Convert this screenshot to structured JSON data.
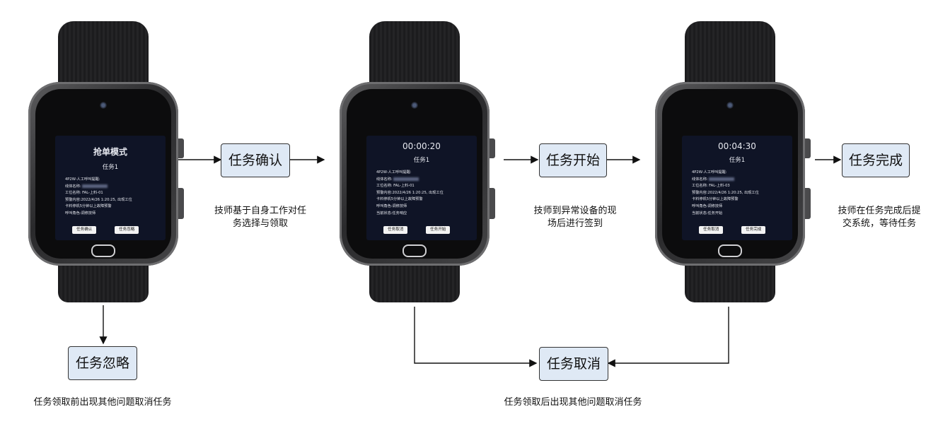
{
  "watch1": {
    "title": "抢单模式",
    "subtitle": "任务1",
    "lines": [
      "4P2W-人工呼叫提醒:",
      "线体名称:",
      "工位名称: FAL-上料-01",
      "预警内容:2022/4/26 1:20:25, 出现工位",
      "卡料停机5分钟以上故障预警",
      "呼叫角色:调修技师"
    ],
    "buttons": [
      "任务确认",
      "任务忽略"
    ]
  },
  "watch2": {
    "title": "00:00:20",
    "subtitle": "任务1",
    "lines": [
      "4P2W-人工呼叫提醒:",
      "线体名称:",
      "工位名称: FAL-上料-01",
      "预警内容:2022/4/26 1:20:25, 出现工位",
      "卡料停机5分钟以上故障预警",
      "呼叫角色:调修技师",
      "当前状态:任务响应"
    ],
    "buttons": [
      "任务取消",
      "任务开始"
    ]
  },
  "watch3": {
    "title": "00:04:30",
    "subtitle": "任务1",
    "lines": [
      "4P2W-人工呼叫提醒:",
      "线体名称:",
      "工位名称: FAL-上料-03",
      "预警内容:2022/4/26 1:20:25, 出现工位",
      "卡料停机5分钟以上故障预警",
      "呼叫角色:调修技师",
      "当前状态:任务开始"
    ],
    "buttons": [
      "任务取消",
      "任务完成"
    ]
  },
  "boxes": {
    "confirm": "任务确认",
    "start": "任务开始",
    "complete": "任务完成",
    "ignore": "任务忽略",
    "cancel": "任务取消"
  },
  "captions": {
    "confirm": [
      "技师基于自身工作对任",
      "务选择与领取"
    ],
    "start": [
      "技师到异常设备的现",
      "场后进行签到"
    ],
    "complete": [
      "技师在任务完成后提",
      "交系统，等待任务"
    ],
    "ignore": "任务领取前出现其他问题取消任务",
    "cancel": "任务领取后出现其他问题取消任务"
  },
  "colors": {
    "box_fill": "#dfe9f5",
    "screen": "#0f1426",
    "arrow": "#111111"
  }
}
